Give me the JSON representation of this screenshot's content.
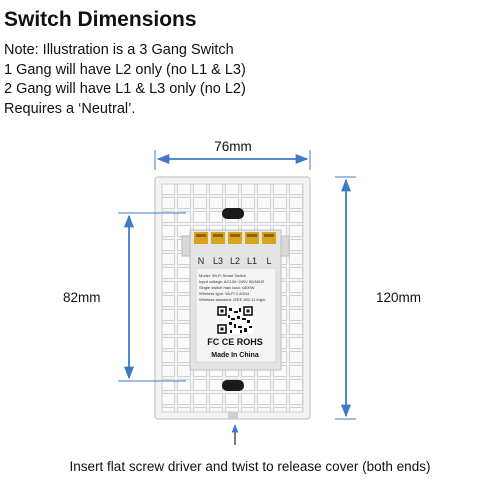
{
  "title": "Switch Dimensions",
  "notes": [
    "Note: Illustration is a 3 Gang Switch",
    "1 Gang will have L2 only (no L1 & L3)",
    "2 Gang will have L1 & L3 only (no L2)",
    "Requires a ‘Neutral’."
  ],
  "dimensions": {
    "width": "76mm",
    "inner_height": "82mm",
    "outer_height": "120mm"
  },
  "terminals": [
    "N",
    "L3",
    "L2",
    "L1",
    "L"
  ],
  "label_lines": [
    "Model:  Wi-Fi Smart Switch",
    "Input voltage:  AC100~240V  50/60HZ",
    "Single switch max load:  ≤800W",
    "Wireless type:  Wi-Fi 2.4GHz",
    "Wireless standard:  IEEE 802.11 b/g/n"
  ],
  "cert_marks": "FC CE ROHS",
  "made_in": "Made In China",
  "footer": "Insert flat screw driver and twist to release cover (both ends)",
  "colors": {
    "dimension_line": "#3f78c8",
    "plate": "#f3f3f3",
    "module": "#e6e6e6",
    "terminal_screw": "#d9a21c"
  }
}
